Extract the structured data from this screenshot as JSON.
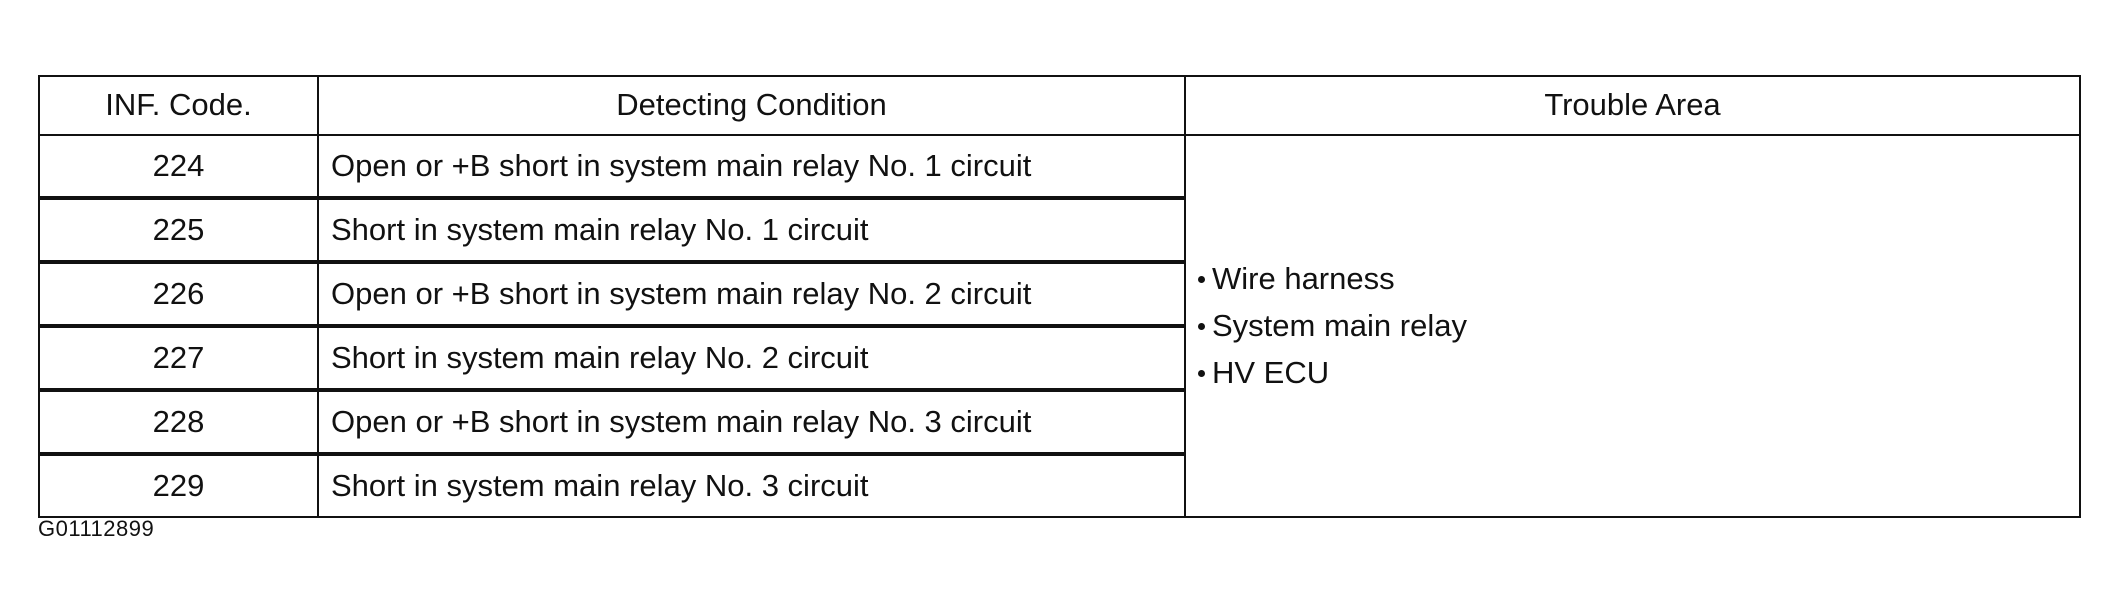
{
  "table": {
    "headers": {
      "code": "INF. Code.",
      "condition": "Detecting Condition",
      "trouble_area": "Trouble Area"
    },
    "rows": [
      {
        "code": "224",
        "condition": "Open or +B short in system main relay No. 1 circuit"
      },
      {
        "code": "225",
        "condition": "Short in system main relay No. 1 circuit"
      },
      {
        "code": "226",
        "condition": "Open or +B short in system main relay No. 2 circuit"
      },
      {
        "code": "227",
        "condition": "Short in system main relay No. 2 circuit"
      },
      {
        "code": "228",
        "condition": "Open or +B short in system main relay No. 3 circuit"
      },
      {
        "code": "229",
        "condition": "Short in system main relay No. 3 circuit"
      }
    ],
    "trouble_area_items": [
      "Wire harness",
      "System main relay",
      "HV ECU"
    ]
  },
  "figure_id": "G01112899"
}
